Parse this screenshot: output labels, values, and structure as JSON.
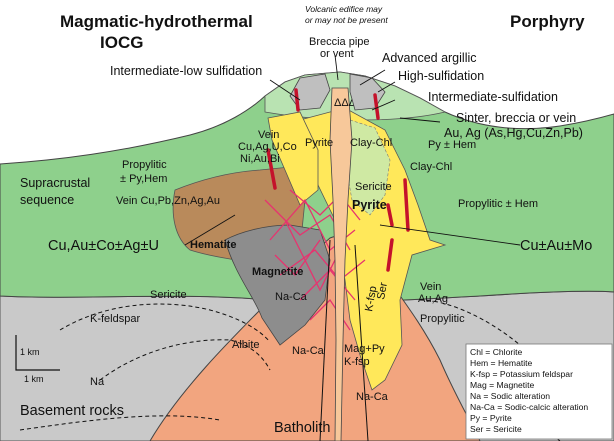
{
  "titles": {
    "left": [
      "Magmatic-hydrothermal",
      "IOCG"
    ],
    "right": "Porphyry",
    "note": [
      "Volcanic edifice may",
      "or may not be present"
    ]
  },
  "labels": {
    "breccia_pipe": [
      "Breccia pipe",
      "or vent"
    ],
    "advanced_argillic": "Advanced argillic",
    "high_sulfidation": "High-sulfidation",
    "intermediate_low_sulfidation": "Intermediate-low sulfidation",
    "intermediate_sulfidation": "Intermediate-sulfidation",
    "sinter": [
      "Sinter, breccia or vein",
      "Au, Ag (As,Hg,Cu,Zn,Pb)"
    ],
    "vein_upper": [
      "Vein",
      "Cu,Ag,U,Co",
      "Ni,Au,Bi"
    ],
    "pyrite_small": "Pyrite",
    "clay_chl_1": "Clay-Chl",
    "py_hem": "Py ± Hem",
    "clay_chl_2": "Clay-Chl",
    "propylitic_left": [
      "Propylitic",
      "± Py,Hem"
    ],
    "supracrustal": [
      "Supracrustal",
      "sequence"
    ],
    "vein_left": "Vein Cu,Pb,Zn,Ag,Au",
    "sericite_upper": "Sericite",
    "pyrite_big": "Pyrite",
    "propylitic_hem": "Propylitic ± Hem",
    "cu_au_co": "Cu,Au±Co±Ag±U",
    "hematite": "Hematite",
    "cu_au_mo": "Cu±Au±Mo",
    "magnetite": "Magnetite",
    "vein_right": [
      "Vein",
      "Au,Ag"
    ],
    "sericite_left": "Sericite",
    "na_ca_1": "Na-Ca",
    "k_fsp_1": "K-fsp",
    "ser": "Ser",
    "k_feldspar": "K-feldspar",
    "propylitic_right": "Propylitic",
    "albite": "Albite",
    "na_ca_2": "Na-Ca",
    "mag_py": "Mag+Py",
    "k_fsp_2": "K-fsp",
    "na": "Na",
    "na_ca_3": "Na-Ca",
    "basement": "Basement rocks",
    "batholith": "Batholith"
  },
  "scale": {
    "vertical": "1 km",
    "horizontal": "1 km"
  },
  "legend": [
    "Chl = Chlorite",
    "Hem = Hematite",
    "K-fsp = Potassium feldspar",
    "Mag = Magnetite",
    "Na = Sodic alteration",
    "Na-Ca = Sodic-calcic alteration",
    "Py = Pyrite",
    "Ser = Sericite"
  ],
  "colors": {
    "sky": "#ffffff",
    "supracrustal": "#8ed08c",
    "supracrustal_light": "#b9e3b2",
    "basement": "#c9c9c9",
    "basement_dark": "#a8a8a8",
    "batholith": "#f2a57f",
    "hematite_zone": "#b98a5b",
    "magnetite_zone": "#8d8d8d",
    "pyrite_zone": "#ffe85a",
    "breccia": "#bfbfbf",
    "vein_red": "#c4122b",
    "stockwork": "#e6336f"
  }
}
